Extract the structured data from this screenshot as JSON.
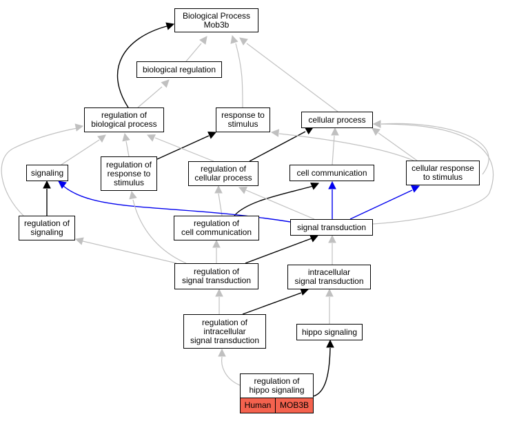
{
  "colors": {
    "gray_edge": "#c0c0c0",
    "black_edge": "#000000",
    "blue_edge": "#0000ee",
    "tag_fill": "#f4624e"
  },
  "nodes": {
    "root": [
      "Biological Process",
      "Mob3b"
    ],
    "biological_regulation": [
      "biological regulation"
    ],
    "regulation_of_biological_process": [
      "regulation of",
      "biological process"
    ],
    "response_to_stimulus": [
      "response to",
      "stimulus"
    ],
    "cellular_process": [
      "cellular process"
    ],
    "signaling": [
      "signaling"
    ],
    "regulation_of_response_to_stimulus": [
      "regulation of",
      "response to",
      "stimulus"
    ],
    "regulation_of_cellular_process": [
      "regulation of",
      "cellular process"
    ],
    "cell_communication": [
      "cell communication"
    ],
    "cellular_response_to_stimulus": [
      "cellular response",
      "to stimulus"
    ],
    "regulation_of_signaling": [
      "regulation of",
      "signaling"
    ],
    "regulation_of_cell_communication": [
      "regulation of",
      "cell communication"
    ],
    "signal_transduction": [
      "signal transduction"
    ],
    "regulation_of_signal_transduction": [
      "regulation of",
      "signal transduction"
    ],
    "intracellular_signal_transduction": [
      "intracellular",
      "signal transduction"
    ],
    "regulation_of_intracellular_signal_transduction": [
      "regulation of",
      "intracellular",
      "signal transduction"
    ],
    "hippo_signaling": [
      "hippo signaling"
    ],
    "regulation_of_hippo_signaling": [
      "regulation of",
      "hippo signaling"
    ]
  },
  "annotation": {
    "species": "Human",
    "gene": "MOB3B"
  }
}
